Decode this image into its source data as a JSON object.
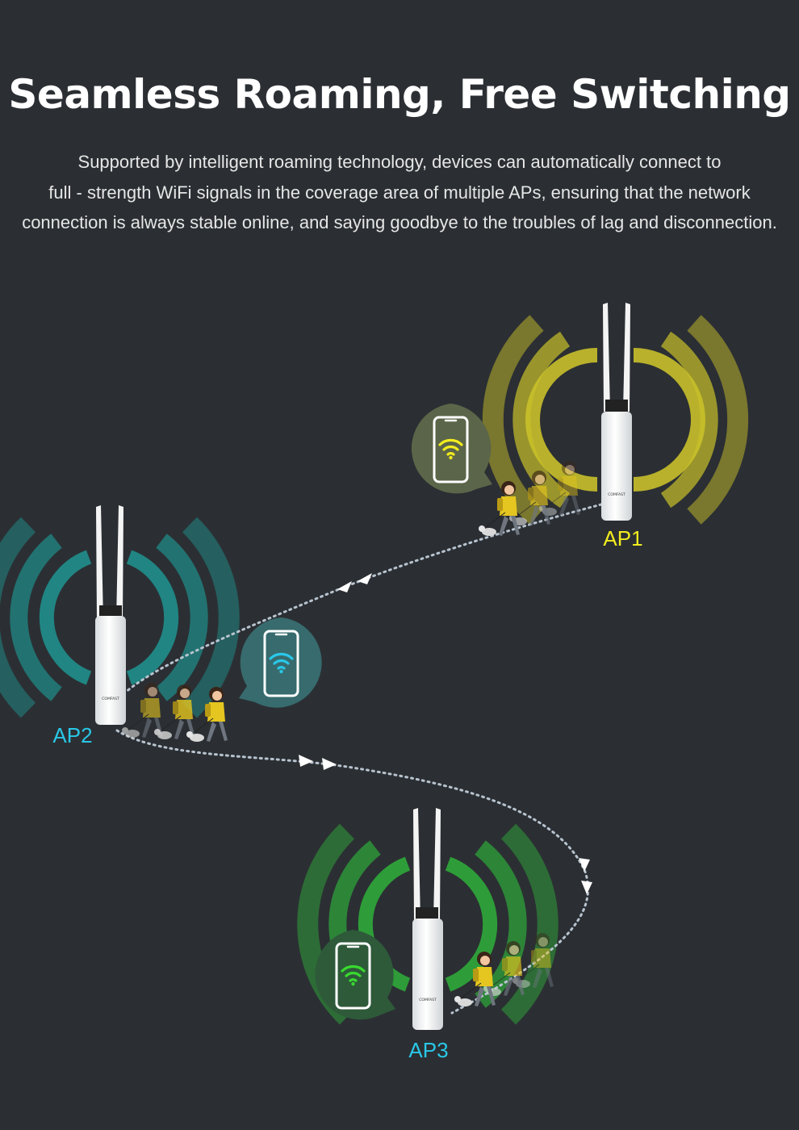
{
  "header": {
    "title": "Seamless Roaming, Free Switching",
    "description_lines": [
      "Supported by intelligent roaming technology, devices can automatically connect to",
      "full - strength WiFi signals in the coverage area of multiple APs, ensuring that the network",
      "connection is always stable online, and saying goodbye to the troubles of lag and disconnection."
    ]
  },
  "access_points": [
    {
      "label": "AP1",
      "color": "#f2ec1e",
      "signal_color": "#c9c02a",
      "brand": "COMFAST"
    },
    {
      "label": "AP2",
      "color": "#29c7e8",
      "signal_color": "#1f8f8c",
      "brand": "COMFAST"
    },
    {
      "label": "AP3",
      "color": "#29c7e8",
      "signal_color": "#2faa3a",
      "brand": "COMFAST"
    }
  ],
  "phone_bubbles": [
    {
      "wifi_color": "#f2ec1e",
      "bubble_color": "#5b6549"
    },
    {
      "wifi_color": "#29c7e8",
      "bubble_color": "#376b6e"
    },
    {
      "wifi_color": "#39d92f",
      "bubble_color": "#2e5a3a"
    }
  ],
  "colors": {
    "background": "#2b2f33",
    "path": "#b7c3cf"
  }
}
